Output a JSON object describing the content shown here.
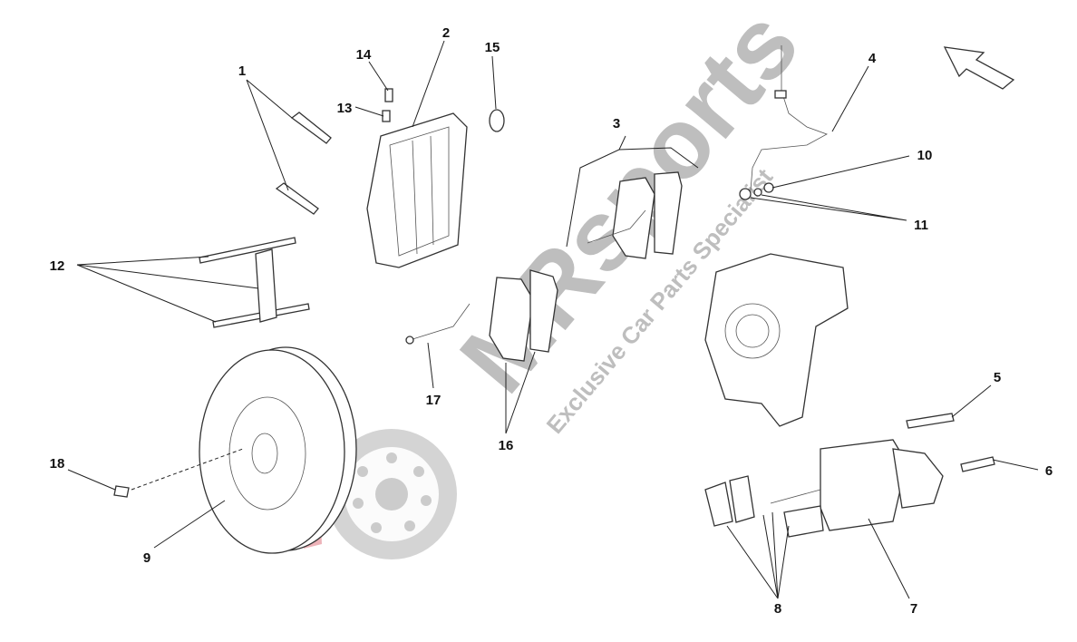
{
  "diagram": {
    "title": "Brake system parts diagram",
    "callouts": [
      "1",
      "2",
      "3",
      "4",
      "5",
      "6",
      "7",
      "8",
      "9",
      "10",
      "11",
      "12",
      "13",
      "14",
      "15",
      "16",
      "17",
      "18"
    ],
    "watermark": {
      "brand": "MRsports",
      "tagline": "Exclusive Car Parts Specialist",
      "brand_color": "#e8a0a8",
      "gray": "#a9a9a9"
    },
    "orientation_arrow": "arrow-up-left-icon"
  }
}
